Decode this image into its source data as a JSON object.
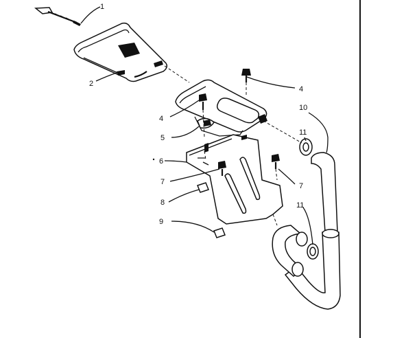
{
  "diagram": {
    "callouts": [
      {
        "id": "c1",
        "text": "1"
      },
      {
        "id": "c2",
        "text": "2"
      },
      {
        "id": "c4a",
        "text": "4"
      },
      {
        "id": "c4b",
        "text": "4"
      },
      {
        "id": "c5",
        "text": "5"
      },
      {
        "id": "c6",
        "text": "6"
      },
      {
        "id": "c7a",
        "text": "7"
      },
      {
        "id": "c7b",
        "text": "7"
      },
      {
        "id": "c8",
        "text": "8"
      },
      {
        "id": "c9",
        "text": "9"
      },
      {
        "id": "c10",
        "text": "10"
      },
      {
        "id": "c11a",
        "text": "11"
      },
      {
        "id": "c11b",
        "text": "11"
      }
    ]
  }
}
